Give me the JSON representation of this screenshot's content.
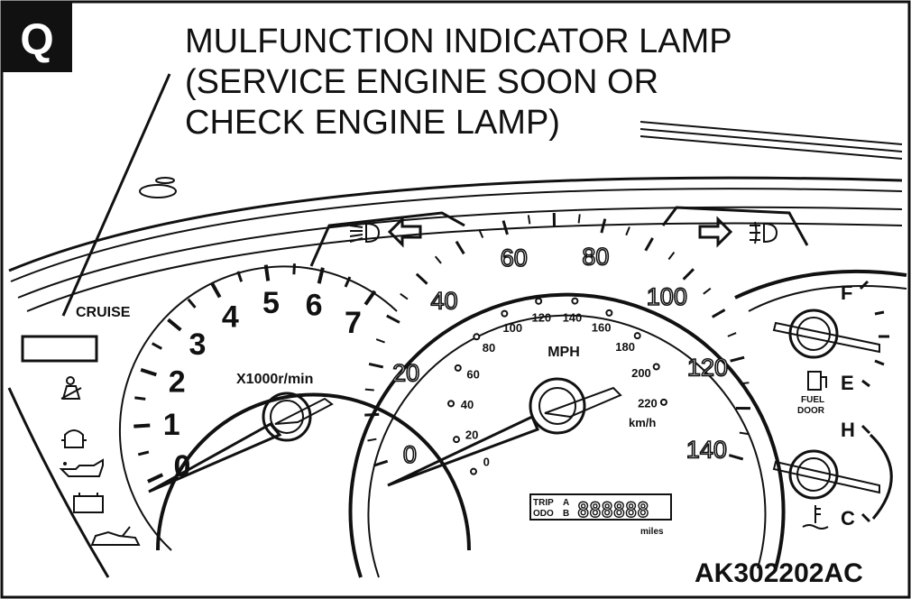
{
  "panel_letter": "Q",
  "callout": {
    "line1": "MULFUNCTION INDICATOR LAMP",
    "line2": "(SERVICE ENGINE SOON OR",
    "line3": "CHECK ENGINE LAMP)"
  },
  "cruise_label": "CRUISE",
  "tachometer": {
    "unit_label": "X1000r/min",
    "ticks": [
      "0",
      "1",
      "2",
      "3",
      "4",
      "5",
      "6",
      "7"
    ]
  },
  "speedometer": {
    "unit_label": "MPH",
    "mph_ticks": [
      "0",
      "20",
      "40",
      "60",
      "80",
      "100",
      "120",
      "140"
    ],
    "kmh_ticks": [
      "0",
      "20",
      "40",
      "60",
      "80",
      "100",
      "120",
      "140",
      "160",
      "180",
      "200",
      "220"
    ],
    "kmh_label": "km/h",
    "odometer": {
      "trip_label": "TRIP",
      "odo_label": "ODO",
      "a_label": "A",
      "b_label": "B",
      "digits": "888888",
      "unit": "miles"
    }
  },
  "fuel_gauge": {
    "full": "F",
    "empty": "E",
    "door_label_1": "FUEL",
    "door_label_2": "DOOR"
  },
  "temp_gauge": {
    "hot": "H",
    "cold": "C"
  },
  "figure_code": "AK302202AC",
  "icons": [
    "seatbelt-icon",
    "door-ajar-icon",
    "oil-pressure-icon",
    "battery-icon",
    "trunk-open-icon",
    "headlight-icon",
    "left-turn-arrow-icon",
    "right-turn-arrow-icon",
    "fog-light-icon",
    "fuel-pump-icon",
    "coolant-temp-icon"
  ],
  "colors": {
    "ink": "#111111",
    "paper": "#ffffff"
  }
}
